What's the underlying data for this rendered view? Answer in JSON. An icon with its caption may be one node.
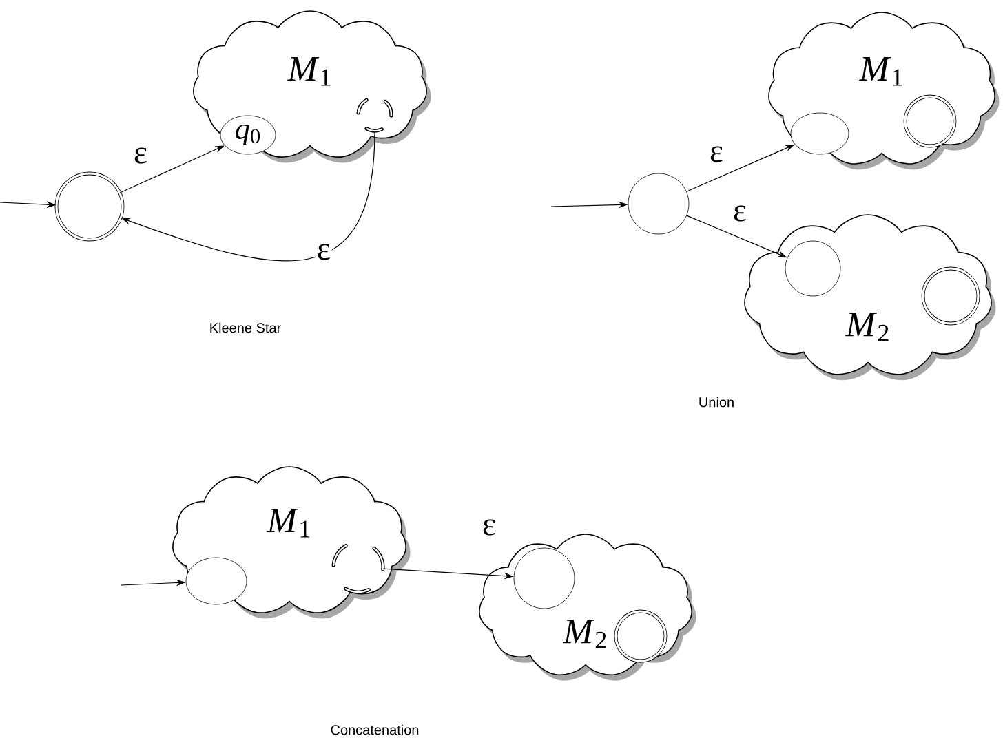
{
  "diagram": {
    "nodes": [
      {
        "text": [
          "*M*$_{1}$"
        ]
      },
      {
        "text": [
          "*q*$_{0}$"
        ],
        "in": 0
      },
      {
        "text": [],
        "shape": "arcs",
        "in": 0
      },
      {
        "text": [],
        "shape": "ring"
      },
      {
        "text": [
          "*M*$_{1}$"
        ]
      },
      {
        "text": [],
        "shape": "circle",
        "in": 4
      },
      {
        "text": [],
        "shape": "ring",
        "in": 4
      },
      {
        "text": [
          "*M*$_{2}$"
        ]
      },
      {
        "text": [],
        "shape": "circle",
        "in": 7
      },
      {
        "text": [],
        "shape": "ring",
        "in": 7
      },
      {
        "text": [],
        "shape": "circle"
      },
      {
        "text": [
          "*M*$_{1}$"
        ]
      },
      {
        "text": [],
        "shape": "circle",
        "in": 11
      },
      {
        "text": [],
        "shape": "arcs",
        "in": 11
      },
      {
        "text": [
          "*M*$_{2}$"
        ]
      },
      {
        "text": [],
        "shape": "circle",
        "in": 14
      },
      {
        "text": [],
        "shape": "ring",
        "in": 14
      }
    ],
    "edges": [
      {
        "from": null,
        "to": 3,
        "arrow": "to"
      },
      {
        "from": 3,
        "to": 1,
        "arrow": "to",
        "label": "ε"
      },
      {
        "from": 2,
        "to": 3,
        "arrow": "to",
        "label": "ε"
      },
      {
        "from": null,
        "to": 10,
        "arrow": "to"
      },
      {
        "from": 10,
        "to": 5,
        "arrow": "to",
        "label": "ε"
      },
      {
        "from": 10,
        "to": 8,
        "arrow": "to",
        "label": "ε"
      },
      {
        "from": null,
        "to": 12,
        "arrow": "to"
      },
      {
        "from": 13,
        "to": 15,
        "arrow": "to",
        "label": "ε"
      }
    ],
    "labels": [
      "Kleene Star",
      "Union",
      "Concatenation"
    ]
  }
}
